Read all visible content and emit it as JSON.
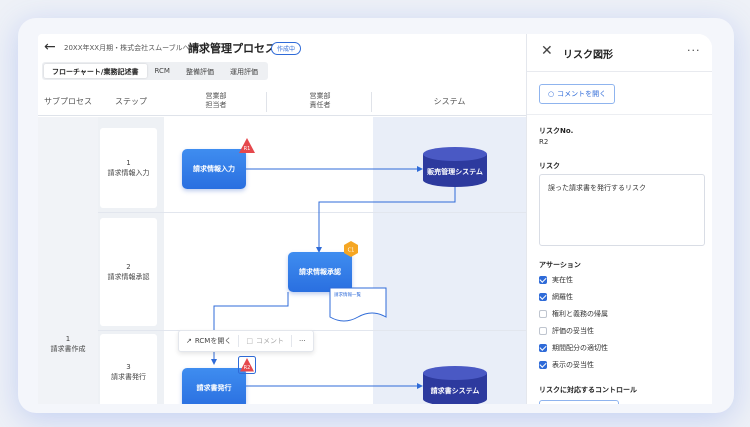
{
  "header": {
    "breadcrumb": "20XX年XX月期・株式会社スムーブルヘルプ",
    "title": "請求管理プロセス",
    "status_badge": "作成中"
  },
  "tabs": [
    {
      "label": "フローチャート/業務記述書",
      "active": true
    },
    {
      "label": "RCM",
      "active": false
    },
    {
      "label": "整備評価",
      "active": false
    },
    {
      "label": "運用評価",
      "active": false
    }
  ],
  "columns": {
    "subprocess": "サブプロセス",
    "step": "ステップ",
    "lane1_dept": "営業部",
    "lane1_role": "担当者",
    "lane2_dept": "営業部",
    "lane2_role": "責任者",
    "system": "システム"
  },
  "subprocess": {
    "number": "1",
    "name": "請求書作成"
  },
  "steps": [
    {
      "number": "1",
      "name": "請求情報入力"
    },
    {
      "number": "2",
      "name": "請求情報承認"
    },
    {
      "number": "3",
      "name": "請求書発行"
    }
  ],
  "flow": {
    "process1": "請求情報入力",
    "process2": "請求情報承認",
    "process3": "請求書発行",
    "system1": "販売管理システム",
    "system2": "請求書システム",
    "document": "請求情報一覧",
    "risk1": "R1",
    "risk2": "R2",
    "control1": "C1"
  },
  "toolbar": {
    "open_rcm": "RCMを開く",
    "comment": "コメント",
    "more": "···"
  },
  "panel": {
    "title": "リスク図形",
    "more": "···",
    "comment_button": "コメントを開く",
    "risk_no_label": "リスクNo.",
    "risk_no_value": "R2",
    "risk_label": "リスク",
    "risk_text": "誤った請求書を発行するリスク",
    "assertion_label": "アサーション",
    "assertions": [
      {
        "label": "実在性",
        "checked": true
      },
      {
        "label": "網羅性",
        "checked": true
      },
      {
        "label": "権利と義務の帰属",
        "checked": false
      },
      {
        "label": "評価の妥当性",
        "checked": false
      },
      {
        "label": "期間配分の適切性",
        "checked": true
      },
      {
        "label": "表示の妥当性",
        "checked": true
      }
    ],
    "controls_label": "リスクに対応するコントロール"
  },
  "colors": {
    "accent": "#2f6bd8",
    "process_blue": "#2a6fe0",
    "system_navy": "#2d3a9e",
    "risk_red": "#e5484d",
    "control_orange": "#f5a623"
  }
}
